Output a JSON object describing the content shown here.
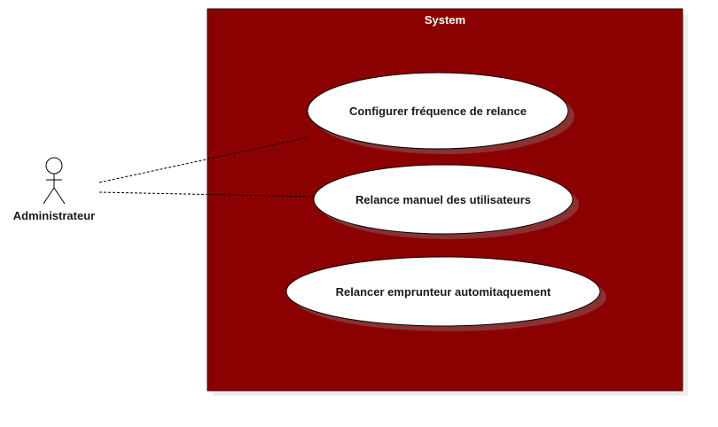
{
  "system": {
    "title": "System",
    "fill_color": "#8b0000",
    "title_color": "#ffffff"
  },
  "actor": {
    "name": "Administrateur"
  },
  "use_cases": [
    {
      "label": "Configurer fréquence de relance"
    },
    {
      "label": "Relance manuel des utilisateurs"
    },
    {
      "label": "Relancer emprunteur automitaquement"
    }
  ],
  "colors": {
    "ellipse_fill": "#ffffff",
    "ellipse_stroke": "#000000",
    "shadow": "#8c3a3a"
  }
}
